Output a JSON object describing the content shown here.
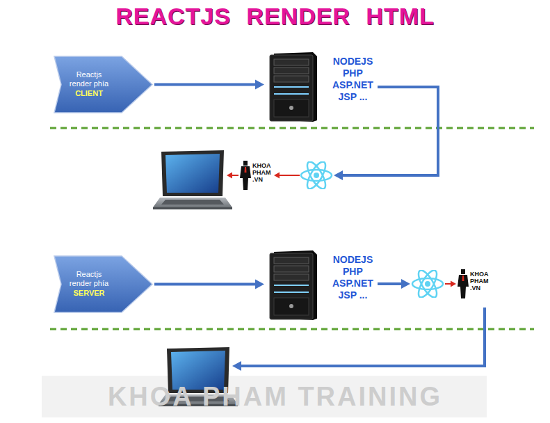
{
  "diagram": {
    "title": "REACTJS RENDER HTML",
    "nodes": [
      {
        "text": [
          "Reactjs render phía",
          "CLIENT"
        ]
      },
      {
        "text": [
          "NODEJS PHP ASP.NET JSP ..."
        ]
      },
      {
        "text": [
          "KHOA PHAM .VN"
        ]
      },
      {
        "text": [
          "Reactjs render phía",
          "SERVER"
        ]
      },
      {
        "text": [
          "NODEJS PHP ASP.NET JSP ..."
        ]
      },
      {
        "text": [
          "KHOA PHAM .VN"
        ]
      }
    ],
    "edges": [
      {
        "from": 0,
        "to": 1,
        "arrow": "to"
      },
      {
        "from": 1,
        "to": 2,
        "arrow": "to"
      },
      {
        "from": 3,
        "to": 4,
        "arrow": "to"
      },
      {
        "from": 4,
        "to": 5,
        "arrow": "to"
      }
    ],
    "labels": [
      "KHOA PHAM TRAINING"
    ]
  }
}
